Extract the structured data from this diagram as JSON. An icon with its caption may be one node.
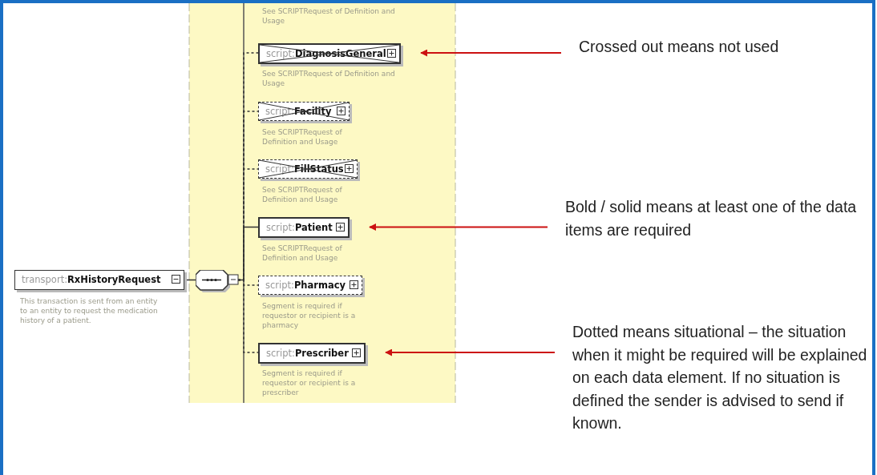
{
  "diagram": {
    "nodes": [
      {
        "text": [
          "transport:**RxHistoryRequest**"
        ],
        "beside": [
          "This transaction is sent from an entity to an entity to request the medication history of a patient."
        ]
      },
      {
        "text": [],
        "shape": "hexagon"
      },
      {
        "text": [
          "script:**DiagnosisGeneral**"
        ],
        "beside": [
          "See SCRIPTRequest of Definition and Usage"
        ]
      },
      {
        "text": [
          "script:**Facility**"
        ],
        "beside": [
          "See SCRIPTRequest of Definition and Usage"
        ]
      },
      {
        "text": [
          "script:**FillStatus**"
        ],
        "beside": [
          "See SCRIPTRequest of Definition and Usage"
        ]
      },
      {
        "text": [
          "script:**Patient**"
        ],
        "beside": [
          "See SCRIPTRequest of Definition and Usage"
        ]
      },
      {
        "text": [
          "script:**Pharmacy**"
        ],
        "beside": [
          "Segment is required if requestor or recipient is a pharmacy"
        ]
      },
      {
        "text": [
          "script:**Prescriber**"
        ],
        "beside": [
          "Segment is required if requestor or recipient is a prescriber"
        ]
      },
      {
        "text": [
          "Crossed out means not used"
        ]
      },
      {
        "text": [
          "Bold / solid means at least one of the data items are required"
        ]
      },
      {
        "text": [
          "Dotted means situational – the situation when it might be required will be explained on each data element. If no situation is defined the sender is advised to send if known."
        ]
      }
    ],
    "edges": [
      {
        "from": 0,
        "to": 1,
        "arrow": "none"
      },
      {
        "from": 1,
        "to": 2,
        "arrow": "none",
        "style": "dashed"
      },
      {
        "from": 1,
        "to": 3,
        "arrow": "none",
        "style": "dashed"
      },
      {
        "from": 1,
        "to": 4,
        "arrow": "none",
        "style": "dashed"
      },
      {
        "from": 1,
        "to": 5,
        "arrow": "none"
      },
      {
        "from": 1,
        "to": 6,
        "arrow": "none",
        "style": "dashed"
      },
      {
        "from": 1,
        "to": 7,
        "arrow": "none",
        "style": "dashed"
      },
      {
        "from": 8,
        "to": 2,
        "arrow": "to",
        "color": "#cc1111"
      },
      {
        "from": 9,
        "to": 5,
        "arrow": "to",
        "color": "#cc1111"
      },
      {
        "from": 10,
        "to": 7,
        "arrow": "to",
        "color": "#cc1111"
      }
    ],
    "labels": [
      "See SCRIPTRequest of Definition and Usage"
    ]
  }
}
